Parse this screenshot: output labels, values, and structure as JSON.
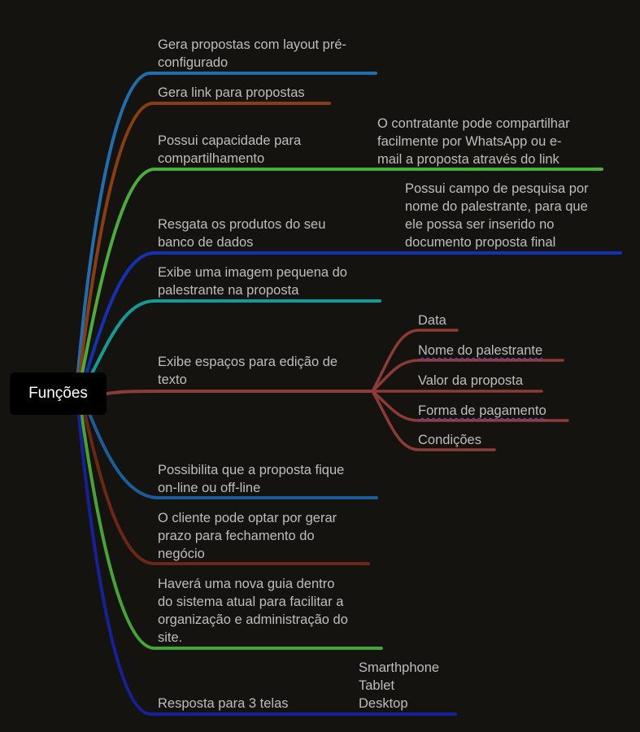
{
  "root": {
    "label": "Funções"
  },
  "branches": [
    {
      "id": "b1",
      "label": "Gera propostas com layout pré-\nconfigurado",
      "color": "#1f6fb0"
    },
    {
      "id": "b2",
      "label": "Gera link para propostas",
      "color": "#8a3d12"
    },
    {
      "id": "b3",
      "label": "Possui capacidade para\ncompartilhamento",
      "color": "#4cae3a",
      "child": "O contratante pode compartilhar\nfacilmente por WhatsApp ou e-\nmail a proposta através do link"
    },
    {
      "id": "b4",
      "label": "Resgata os produtos do seu\nbanco de dados",
      "color": "#1431b5",
      "child": "Possui campo de pesquisa por\nnome do palestrante, para que\nele possa ser inserido no\ndocumento proposta final"
    },
    {
      "id": "b5",
      "label": "Exibe uma imagem pequena do\npalestrante na proposta",
      "color": "#159a9a"
    },
    {
      "id": "b6",
      "label": "Exibe espaços para edição de\ntexto",
      "color": "#8c3b36",
      "children": [
        "Data",
        "Nome do palestrante",
        "Valor da proposta",
        "Forma de pagamento",
        "Condições"
      ]
    },
    {
      "id": "b7",
      "label": "Possibilita que a proposta fique\non-line ou off-line",
      "color": "#1a5d9a"
    },
    {
      "id": "b8",
      "label": "O cliente pode optar por gerar\nprazo para fechamento do\nnegócio",
      "color": "#6b2713"
    },
    {
      "id": "b9",
      "label": "Haverá uma nova guia dentro\ndo sistema atual para facilitar a\norganização e administração do\nsite.",
      "color": "#46a532"
    },
    {
      "id": "b10",
      "label": "Resposta para 3 telas",
      "color": "#15209a",
      "child": "Smarthphone\nTablet\nDesktop"
    }
  ]
}
